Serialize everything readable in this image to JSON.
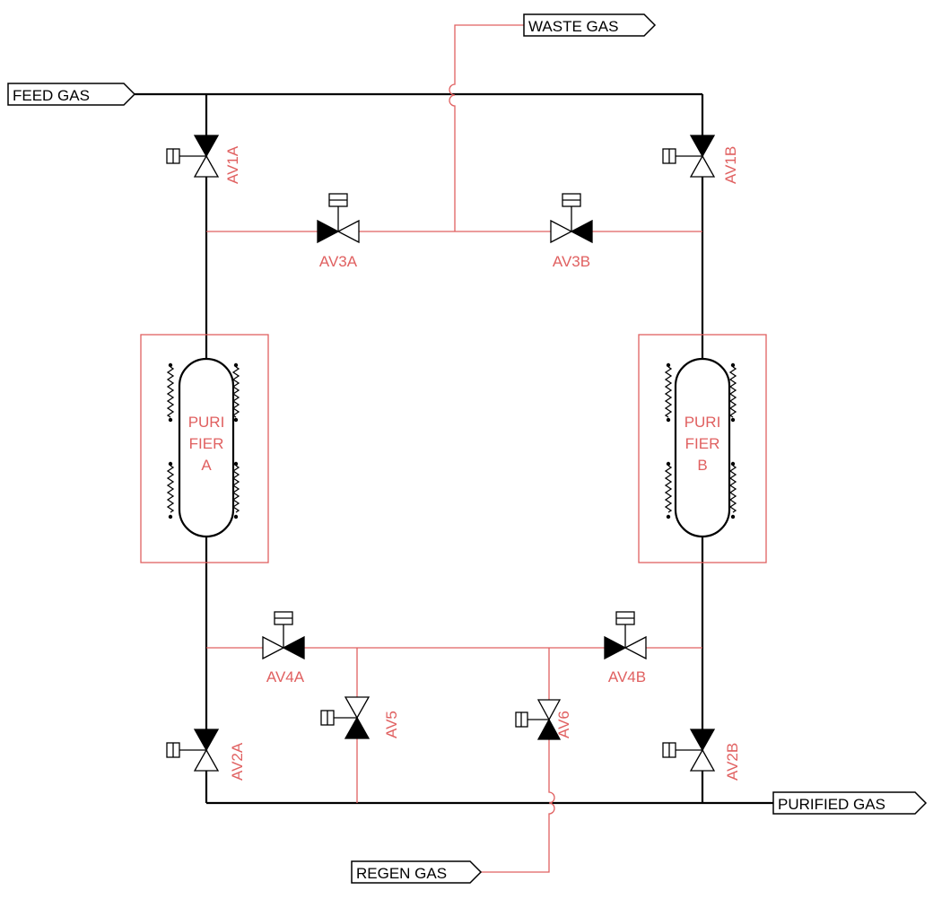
{
  "flags": {
    "feed_gas": "FEED GAS",
    "waste_gas": "WASTE GAS",
    "purified_gas": "PURIFIED GAS",
    "regen_gas": "REGEN GAS"
  },
  "valves": {
    "av1a": "AV1A",
    "av1b": "AV1B",
    "av2a": "AV2A",
    "av2b": "AV2B",
    "av3a": "AV3A",
    "av3b": "AV3B",
    "av4a": "AV4A",
    "av4b": "AV4B",
    "av5": "AV5",
    "av6": "AV6"
  },
  "purifiers": {
    "a": [
      "PURI",
      "FIER",
      "A"
    ],
    "b": [
      "PURI",
      "FIER",
      "B"
    ]
  },
  "colors": {
    "secondary_line": "#e06060",
    "main_line": "#000000"
  }
}
